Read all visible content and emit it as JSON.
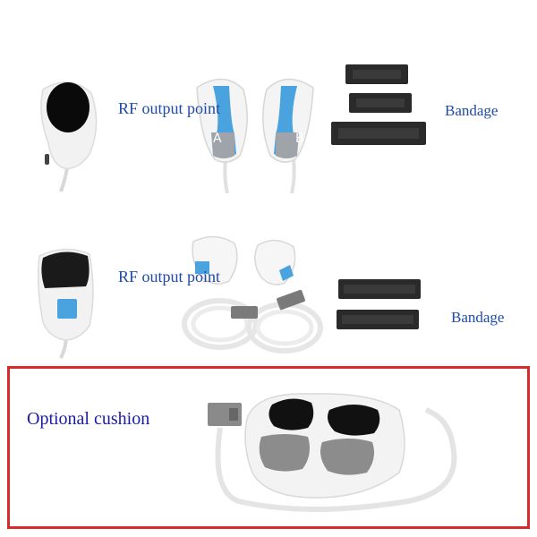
{
  "labels": {
    "rf_output_point_top": "RF output point",
    "bandage_top": "Bandage",
    "rf_output_point_bottom": "RF output point",
    "bandage_bottom": "Bandage",
    "optional_cushion": "Optional cushion",
    "pad_a": "A",
    "pad_b": "B"
  },
  "colors": {
    "accent_blue": "#4aa3df",
    "strap_dark": "#2a2a2a",
    "frame_red": "#d92b2b",
    "label_blue": "#1f4aa8"
  }
}
